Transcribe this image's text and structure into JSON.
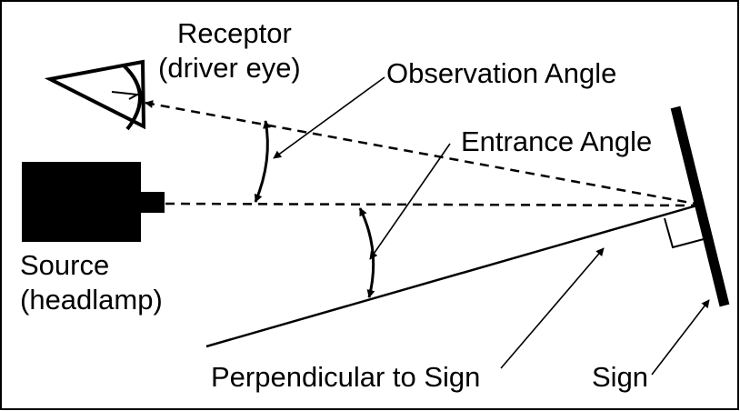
{
  "labels": {
    "receptor_line1": "Receptor",
    "receptor_line2": "(driver eye)",
    "observation_angle": "Observation Angle",
    "entrance_angle": "Entrance Angle",
    "source_line1": "Source",
    "source_line2": "(headlamp)",
    "perpendicular": "Perpendicular to Sign",
    "sign": "Sign"
  }
}
